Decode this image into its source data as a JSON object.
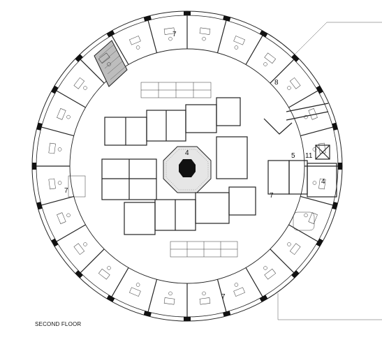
{
  "caption": "SECOND FLOOR",
  "labels": {
    "room_north": "7",
    "room_ne": "8",
    "room_west": "7",
    "room_south": "7",
    "room_east": "7",
    "atrium": "4",
    "core_4": "4",
    "core_5": "5",
    "core_11": "11"
  }
}
